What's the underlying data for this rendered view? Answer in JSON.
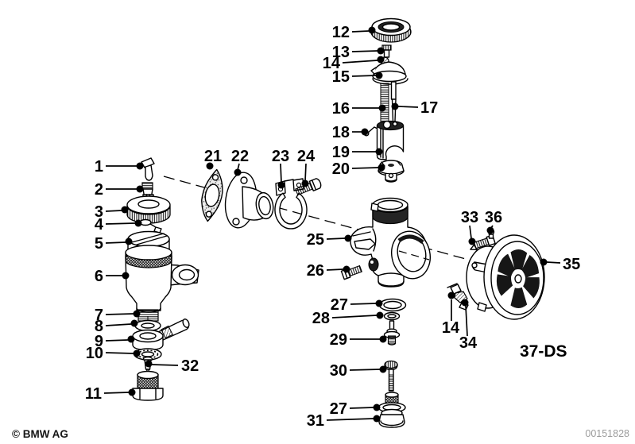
{
  "diagram": {
    "variant_label": "37-DS",
    "callouts": [
      {
        "ref": "1"
      },
      {
        "ref": "2"
      },
      {
        "ref": "3"
      },
      {
        "ref": "4"
      },
      {
        "ref": "5"
      },
      {
        "ref": "6"
      },
      {
        "ref": "7"
      },
      {
        "ref": "8"
      },
      {
        "ref": "9"
      },
      {
        "ref": "10"
      },
      {
        "ref": "11"
      },
      {
        "ref": "32"
      },
      {
        "ref": "12"
      },
      {
        "ref": "13"
      },
      {
        "ref": "14"
      },
      {
        "ref": "15"
      },
      {
        "ref": "16"
      },
      {
        "ref": "17"
      },
      {
        "ref": "18"
      },
      {
        "ref": "19"
      },
      {
        "ref": "20"
      },
      {
        "ref": "21"
      },
      {
        "ref": "22"
      },
      {
        "ref": "23"
      },
      {
        "ref": "24"
      },
      {
        "ref": "25"
      },
      {
        "ref": "26"
      },
      {
        "ref": "27"
      },
      {
        "ref": "28"
      },
      {
        "ref": "29"
      },
      {
        "ref": "30"
      },
      {
        "ref": "27"
      },
      {
        "ref": "31"
      },
      {
        "ref": "33"
      },
      {
        "ref": "36"
      },
      {
        "ref": "35"
      },
      {
        "ref": "14"
      },
      {
        "ref": "34"
      }
    ],
    "colors": {
      "line": "#000000",
      "background": "#ffffff",
      "dark_fill": "#1c1c1c",
      "image_number_gray": "#9c9c9c"
    }
  },
  "footer": {
    "copyright": "© BMW AG",
    "image_number": "00151828"
  }
}
